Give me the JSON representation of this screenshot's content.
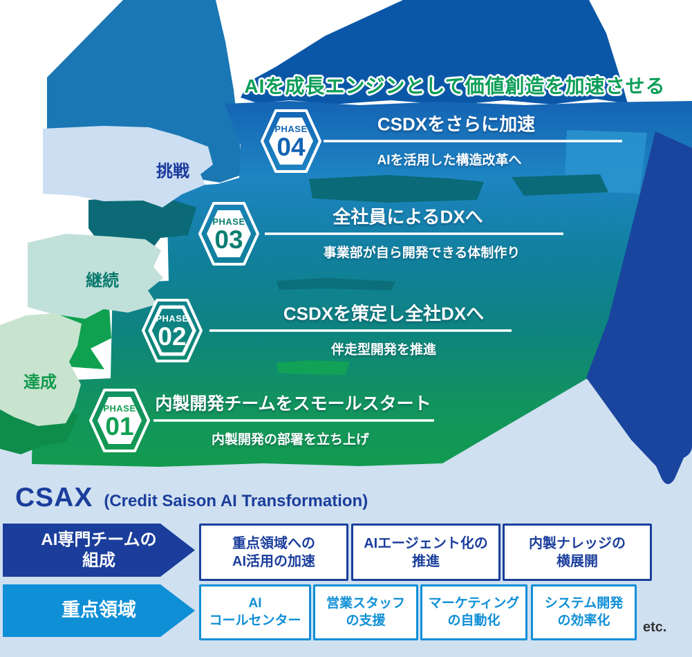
{
  "headline": "AIを成長エンジンとして価値創造を加速させる",
  "phases": [
    {
      "badge": "PHASE",
      "num": "04",
      "title": "CSDXをさらに加速",
      "subtitle": "AIを活用した構造改革へ"
    },
    {
      "badge": "PHASE",
      "num": "03",
      "title": "全社員によるDXへ",
      "subtitle": "事業部が自ら開発できる体制作り"
    },
    {
      "badge": "PHASE",
      "num": "02",
      "title": "CSDXを策定し全社DXへ",
      "subtitle": "伴走型開発を推進"
    },
    {
      "badge": "PHASE",
      "num": "01",
      "title": "内製開発チームをスモールスタート",
      "subtitle": "内製開発の部署を立ち上げ"
    }
  ],
  "side_labels": [
    {
      "text": "挑戦"
    },
    {
      "text": "継続"
    },
    {
      "text": "達成"
    }
  ],
  "footer": {
    "brand": "CSAX",
    "brand_sub": "(Credit Saison AI Transformation)",
    "rows": [
      {
        "label_lines": [
          "AI専門チームの",
          "組成"
        ],
        "items": [
          {
            "lines": [
              "重点領域への",
              "AI活用の加速"
            ]
          },
          {
            "lines": [
              "AIエージェント化の",
              "推進"
            ]
          },
          {
            "lines": [
              "内製ナレッジの",
              "横展開"
            ]
          }
        ]
      },
      {
        "label_lines": [
          "重点領域"
        ],
        "items": [
          {
            "lines": [
              "AI",
              "コールセンター"
            ]
          },
          {
            "lines": [
              "営業スタッフ",
              "の支援"
            ]
          },
          {
            "lines": [
              "マーケティング",
              "の自動化"
            ]
          },
          {
            "lines": [
              "システム開発",
              "の効率化"
            ]
          }
        ]
      }
    ],
    "etc": "etc."
  },
  "colors": {
    "headline_green": "#0c9e58",
    "band_blue_top": "#1565b4",
    "band_green_bottom": "#139b4f",
    "backdrop_dark_blue": "#0a57a8",
    "right_navy": "#19459f",
    "footer_dark_blue": "#1b3e9c",
    "footer_bright_blue": "#0f8fd6",
    "bottom_bg": "#cfe0f0",
    "bubble_blue": "#cbdef2",
    "bubble_teal": "#c2e0da",
    "bubble_green": "#c8e4cf"
  }
}
